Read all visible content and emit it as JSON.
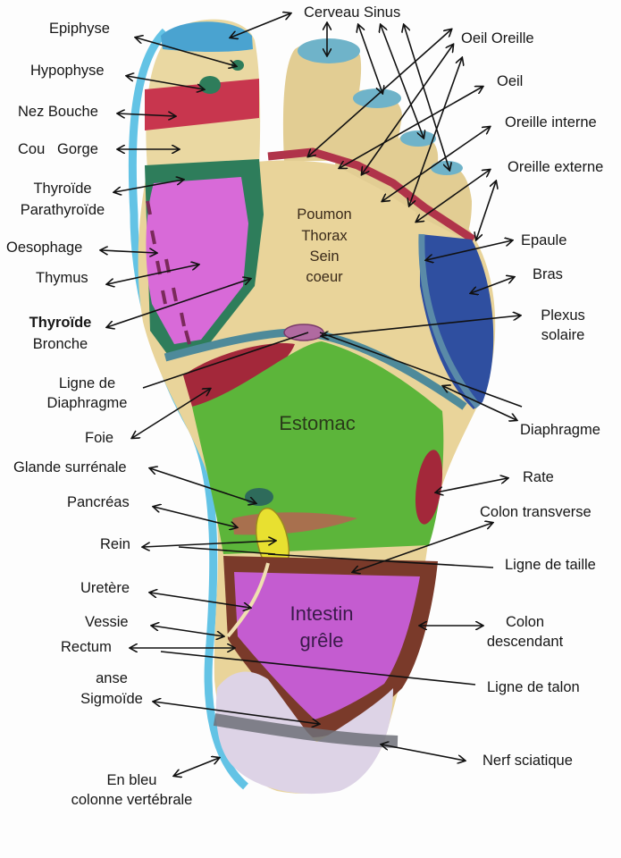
{
  "diagram": {
    "type": "foot reflexology map",
    "left_labels": {
      "epiphyse": "Epiphyse",
      "hypophyse": "Hypophyse",
      "nez_bouche": "Nez Bouche",
      "cou_gorge": "Cou   Gorge",
      "thyroide_1": "Thyroïde",
      "parathyroide": "Parathyroïde",
      "oesophage": "Oesophage",
      "thymus": "Thymus",
      "thyroide_bold": "Thyroïde",
      "bronche": "Bronche",
      "ligne_de": "Ligne de",
      "diaphragme_left": "Diaphragme",
      "foie": "Foie",
      "glande_surrenale": "Glande surrénale",
      "pancreas": "Pancréas",
      "rein": "Rein",
      "uretere": "Uretère",
      "vessie": "Vessie",
      "rectum": "Rectum",
      "anse": "anse",
      "sigmoide": "Sigmoïde",
      "en_bleu": "En bleu",
      "colonne": "colonne vertébrale"
    },
    "right_labels": {
      "cerveau_sinus": "Cerveau Sinus",
      "oeil_oreille": "Oeil Oreille",
      "oeil": "Oeil",
      "oreille_interne": "Oreille interne",
      "oreille_externe": "Oreille externe",
      "epaule": "Epaule",
      "bras": "Bras",
      "plexus": "Plexus",
      "solaire": "solaire",
      "diaphragme_right": "Diaphragme",
      "rate": "Rate",
      "colon_transverse": "Colon transverse",
      "ligne_de_taille": "Ligne de taille",
      "colon": "Colon",
      "descendant": "descendant",
      "ligne_de_talon": "Ligne de talon",
      "nerf_sciatique": "Nerf sciatique"
    },
    "inner_labels": {
      "poumon": "Poumon",
      "thorax": "Thorax",
      "sein": "Sein",
      "coeur": "coeur",
      "estomac": "Estomac",
      "intestin": "Intestin",
      "grele": "grêle"
    },
    "colors": {
      "skin": "#e9d49a",
      "toe_tip_blue": "#4aa3d0",
      "nose_mouth_red": "#c8364e",
      "thyroid_green": "#2e7d5b",
      "lung_pink": "#d86ad8",
      "shoulder_blue": "#2f4fa0",
      "liver_red": "#a3283a",
      "stomach_green": "#5cb53a",
      "intestine_purple": "#c45cd0",
      "colon_brown": "#7a3a2a",
      "kidney_yellow": "#e8e030",
      "heel_lilac": "#ddd3e6",
      "sciatic_gray": "#6e7078",
      "spine_blue": "#48b8e0",
      "arrow": "#111111"
    }
  }
}
